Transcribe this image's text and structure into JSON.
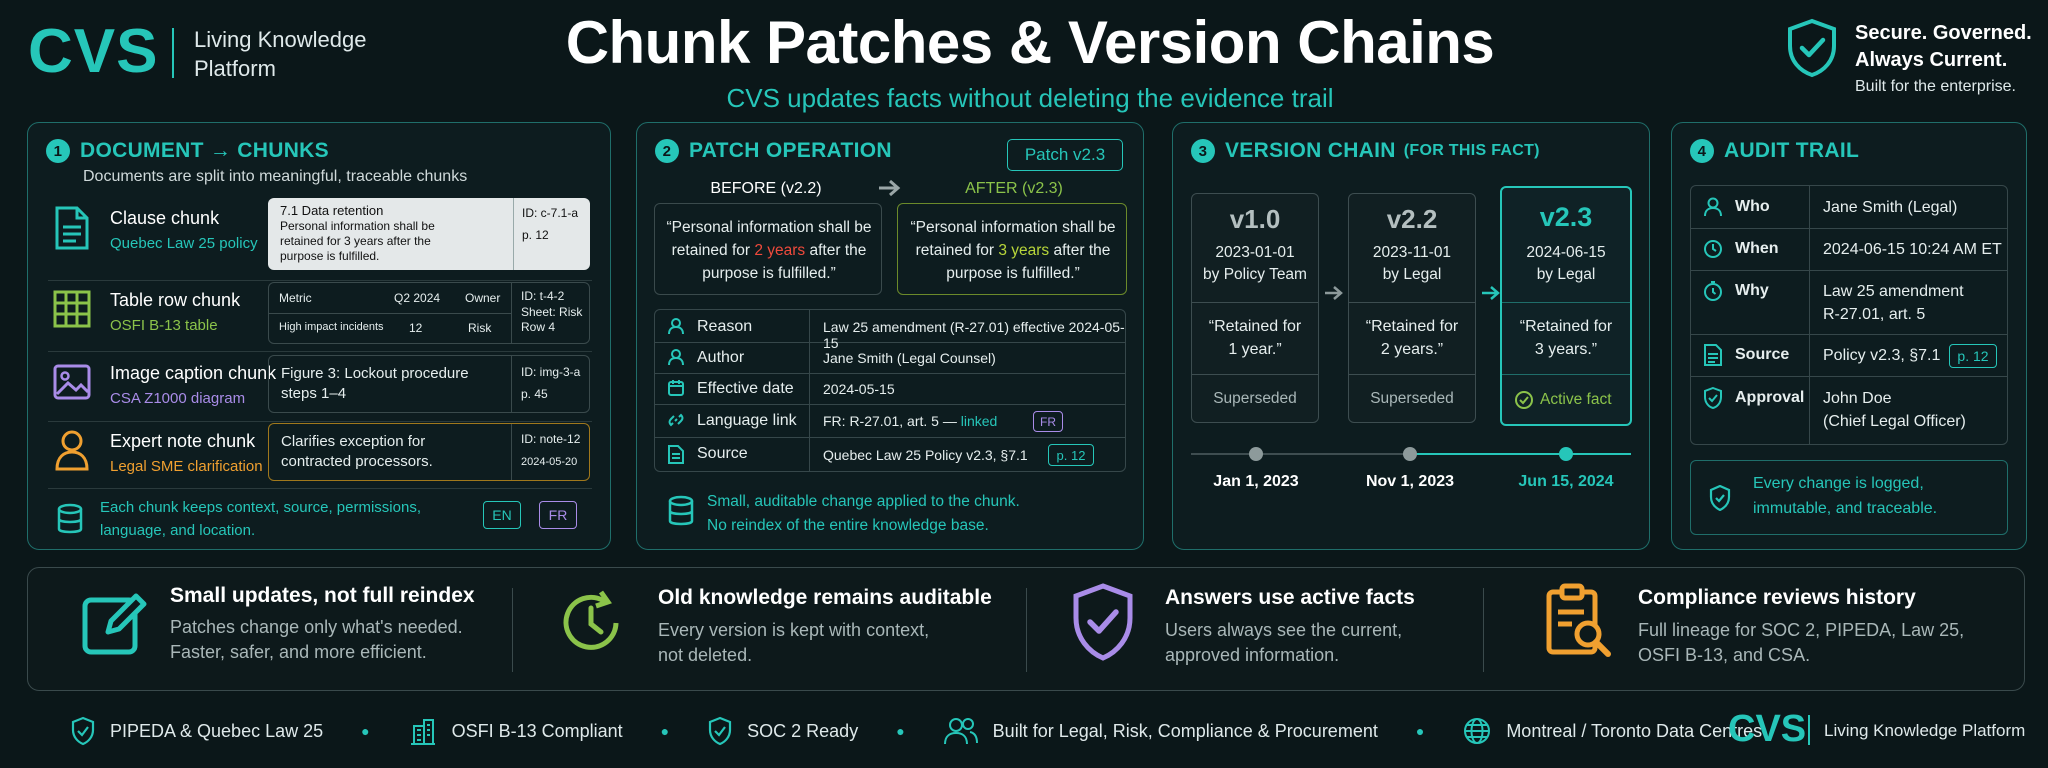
{
  "header": {
    "logo": "CVS",
    "platform_line1": "Living Knowledge",
    "platform_line2": "Platform",
    "title": "Chunk Patches & Version Chains",
    "subtitle": "CVS updates facts without deleting the evidence trail",
    "tag1": "Secure. Governed.",
    "tag2": "Always Current.",
    "tag3": "Built for the enterprise."
  },
  "p1": {
    "num": "1",
    "title": "DOCUMENT → CHUNKS",
    "subtitle": "Documents are split into meaningful, traceable chunks",
    "clause": {
      "name": "Clause chunk",
      "source": "Quebec Law 25 policy",
      "heading": "7.1  Data retention",
      "text": "Personal information shall be retained for 3 years after the purpose is fulfilled.",
      "id": "ID: c-7.1-a",
      "page": "p. 12"
    },
    "table": {
      "name": "Table row chunk",
      "source": "OSFI B-13 table",
      "h1": "Metric",
      "h2": "Q2 2024",
      "h3": "Owner",
      "c1": "High impact incidents",
      "c2": "12",
      "c3": "Risk",
      "id": "ID: t-4-2",
      "meta": "Sheet: Risk Row 4"
    },
    "image": {
      "name": "Image caption chunk",
      "source": "CSA Z1000 diagram",
      "text": "Figure 3: Lockout procedure steps 1–4",
      "id": "ID: img-3-a",
      "page": "p. 45"
    },
    "expert": {
      "name": "Expert note chunk",
      "source": "Legal SME clarification",
      "text": "Clarifies exception for contracted processors.",
      "id": "ID: note-12",
      "date": "2024-05-20"
    },
    "footer": "Each chunk keeps context, source, permissions, language, and location.",
    "lang1": "EN",
    "lang2": "FR"
  },
  "p2": {
    "num": "2",
    "title": "PATCH OPERATION",
    "badge": "Patch v2.3",
    "before_label": "BEFORE (v2.2)",
    "after_label": "AFTER (v2.3)",
    "before_pre": "“Personal information shall be retained for ",
    "before_hl": "2 years",
    "before_post": " after the purpose is fulfilled.”",
    "after_pre": "“Personal information shall be retained for ",
    "after_hl": "3 years",
    "after_post": " after the purpose is fulfilled.”",
    "rows": [
      {
        "label": "Reason",
        "value": "Law 25 amendment (R-27.01) effective 2024-05-15"
      },
      {
        "label": "Author",
        "value": "Jane Smith (Legal Counsel)"
      },
      {
        "label": "Effective date",
        "value": "2024-05-15"
      },
      {
        "label": "Language link",
        "value": "FR: R-27.01, art. 5 — ",
        "link": "linked",
        "tag": "FR"
      },
      {
        "label": "Source",
        "value": "Quebec Law 25 Policy v2.3, §7.1",
        "tag": "p. 12"
      }
    ],
    "footer1": "Small, auditable change applied to the chunk.",
    "footer2": "No reindex of the entire knowledge base."
  },
  "p3": {
    "num": "3",
    "title": "VERSION CHAIN",
    "title_small": "(FOR THIS FACT)",
    "versions": [
      {
        "v": "v1.0",
        "date": "2023-01-01",
        "by": "by Policy Team",
        "q1": "“Retained for",
        "q2": "1 year.”",
        "status": "Superseded"
      },
      {
        "v": "v2.2",
        "date": "2023-11-01",
        "by": "by Legal",
        "q1": "“Retained for",
        "q2": "2 years.”",
        "status": "Superseded"
      },
      {
        "v": "v2.3",
        "date": "2024-06-15",
        "by": "by Legal",
        "q1": "“Retained for",
        "q2": "3 years.”",
        "status": "Active fact"
      }
    ],
    "timeline": [
      "Jan 1, 2023",
      "Nov 1, 2023",
      "Jun 15, 2024"
    ]
  },
  "p4": {
    "num": "4",
    "title": "AUDIT TRAIL",
    "rows": [
      {
        "label": "Who",
        "value": "Jane Smith (Legal)"
      },
      {
        "label": "When",
        "value": "2024-06-15 10:24 AM ET"
      },
      {
        "label": "Why",
        "value": "Law 25 amendment",
        "value2": "R-27.01, art. 5"
      },
      {
        "label": "Source",
        "value": "Policy v2.3, §7.1",
        "tag": "p. 12"
      },
      {
        "label": "Approval",
        "value": "John Doe",
        "value2": "(Chief Legal Officer)"
      }
    ],
    "footer1": "Every change is logged,",
    "footer2": "immutable, and traceable."
  },
  "benefits": [
    {
      "title": "Small updates, not full reindex",
      "l1": "Patches change only what's needed.",
      "l2": "Faster, safer, and more efficient.",
      "color": "#26c6b9"
    },
    {
      "title": "Old knowledge remains auditable",
      "l1": "Every version is kept with context,",
      "l2": "not deleted.",
      "color": "#8bc34a"
    },
    {
      "title": "Answers use active facts",
      "l1": "Users always see the current,",
      "l2": "approved information.",
      "color": "#a98ce8"
    },
    {
      "title": "Compliance reviews history",
      "l1": "Full lineage for SOC 2, PIPEDA, Law 25,",
      "l2": "OSFI B-13, and CSA.",
      "color": "#f0a030"
    }
  ],
  "footer": {
    "items": [
      "PIPEDA & Quebec Law 25",
      "OSFI B-13 Compliant",
      "SOC 2 Ready",
      "Built for Legal, Risk, Compliance & Procurement",
      "Montreal / Toronto Data Centres"
    ],
    "logo": "CVS",
    "platform": "Living Knowledge Platform"
  }
}
